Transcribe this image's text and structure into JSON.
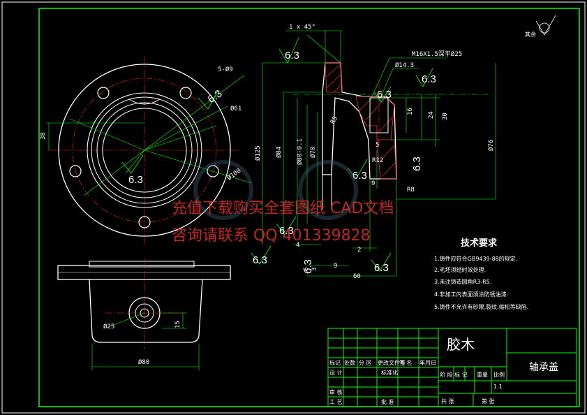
{
  "colors": {
    "background": "#000000",
    "frame": "#00ff00",
    "outline": "#ffffff",
    "center_line": "#ff2020",
    "dimension": "#00ff00",
    "section_hatch": "#ff3030",
    "watermark": "#e0302a"
  },
  "labels": {
    "chamfer": "1 x 45°",
    "thread": "M16X1.5深平Ø25",
    "d14": "Ø14.3",
    "holes": "5-Ø9",
    "d61": "Ø61",
    "d38": "38",
    "d100": "Ø100",
    "d125": "Ø125",
    "d84": "Ø84",
    "d80tol": "Ø80-0.1",
    "d70": "Ø70",
    "d76": "Ø76",
    "d80": "Ø80",
    "d25": "Ø25",
    "l15": "15",
    "l16": "16",
    "l24": "24",
    "l30": "30",
    "l5": "5",
    "l9": "9",
    "l60": "60",
    "l2": "2",
    "l4": "4",
    "l6": "6",
    "l3": "3",
    "r5": "R5",
    "r12": "R12",
    "r8": "R8",
    "ra": "6.3",
    "other": "其余"
  },
  "tech": {
    "title": "技术要求",
    "items": [
      "1.铸件应符合GB9439-88的规定.",
      "2.毛坯须经时效处理.",
      "3.未注铸造圆角R3-R5.",
      "4.非加工内表面须涂防锈油漆.",
      "5.铸件不允许有砂眼,裂纹,缩松等缺陷."
    ]
  },
  "title_block": {
    "material": "胶木",
    "part_name": "轴承盖",
    "h1": "标记",
    "h2": "处数",
    "h3": "分 区",
    "h4": "更改文件号",
    "h5": "签 名",
    "h6": "年月日",
    "designer": "设 计",
    "standard": "标准化",
    "review": "审 核",
    "process": "工 艺",
    "approve": "批 准",
    "stage": "阶 段 标 记",
    "weight": "重量",
    "scale": "比例",
    "scale_val": "1:1",
    "total": "共    张",
    "sheet": "第    张"
  },
  "watermark": {
    "line1": "充值下载购买全套图纸 CAD文档",
    "line2": "咨询请联系 QQ 401339828"
  }
}
